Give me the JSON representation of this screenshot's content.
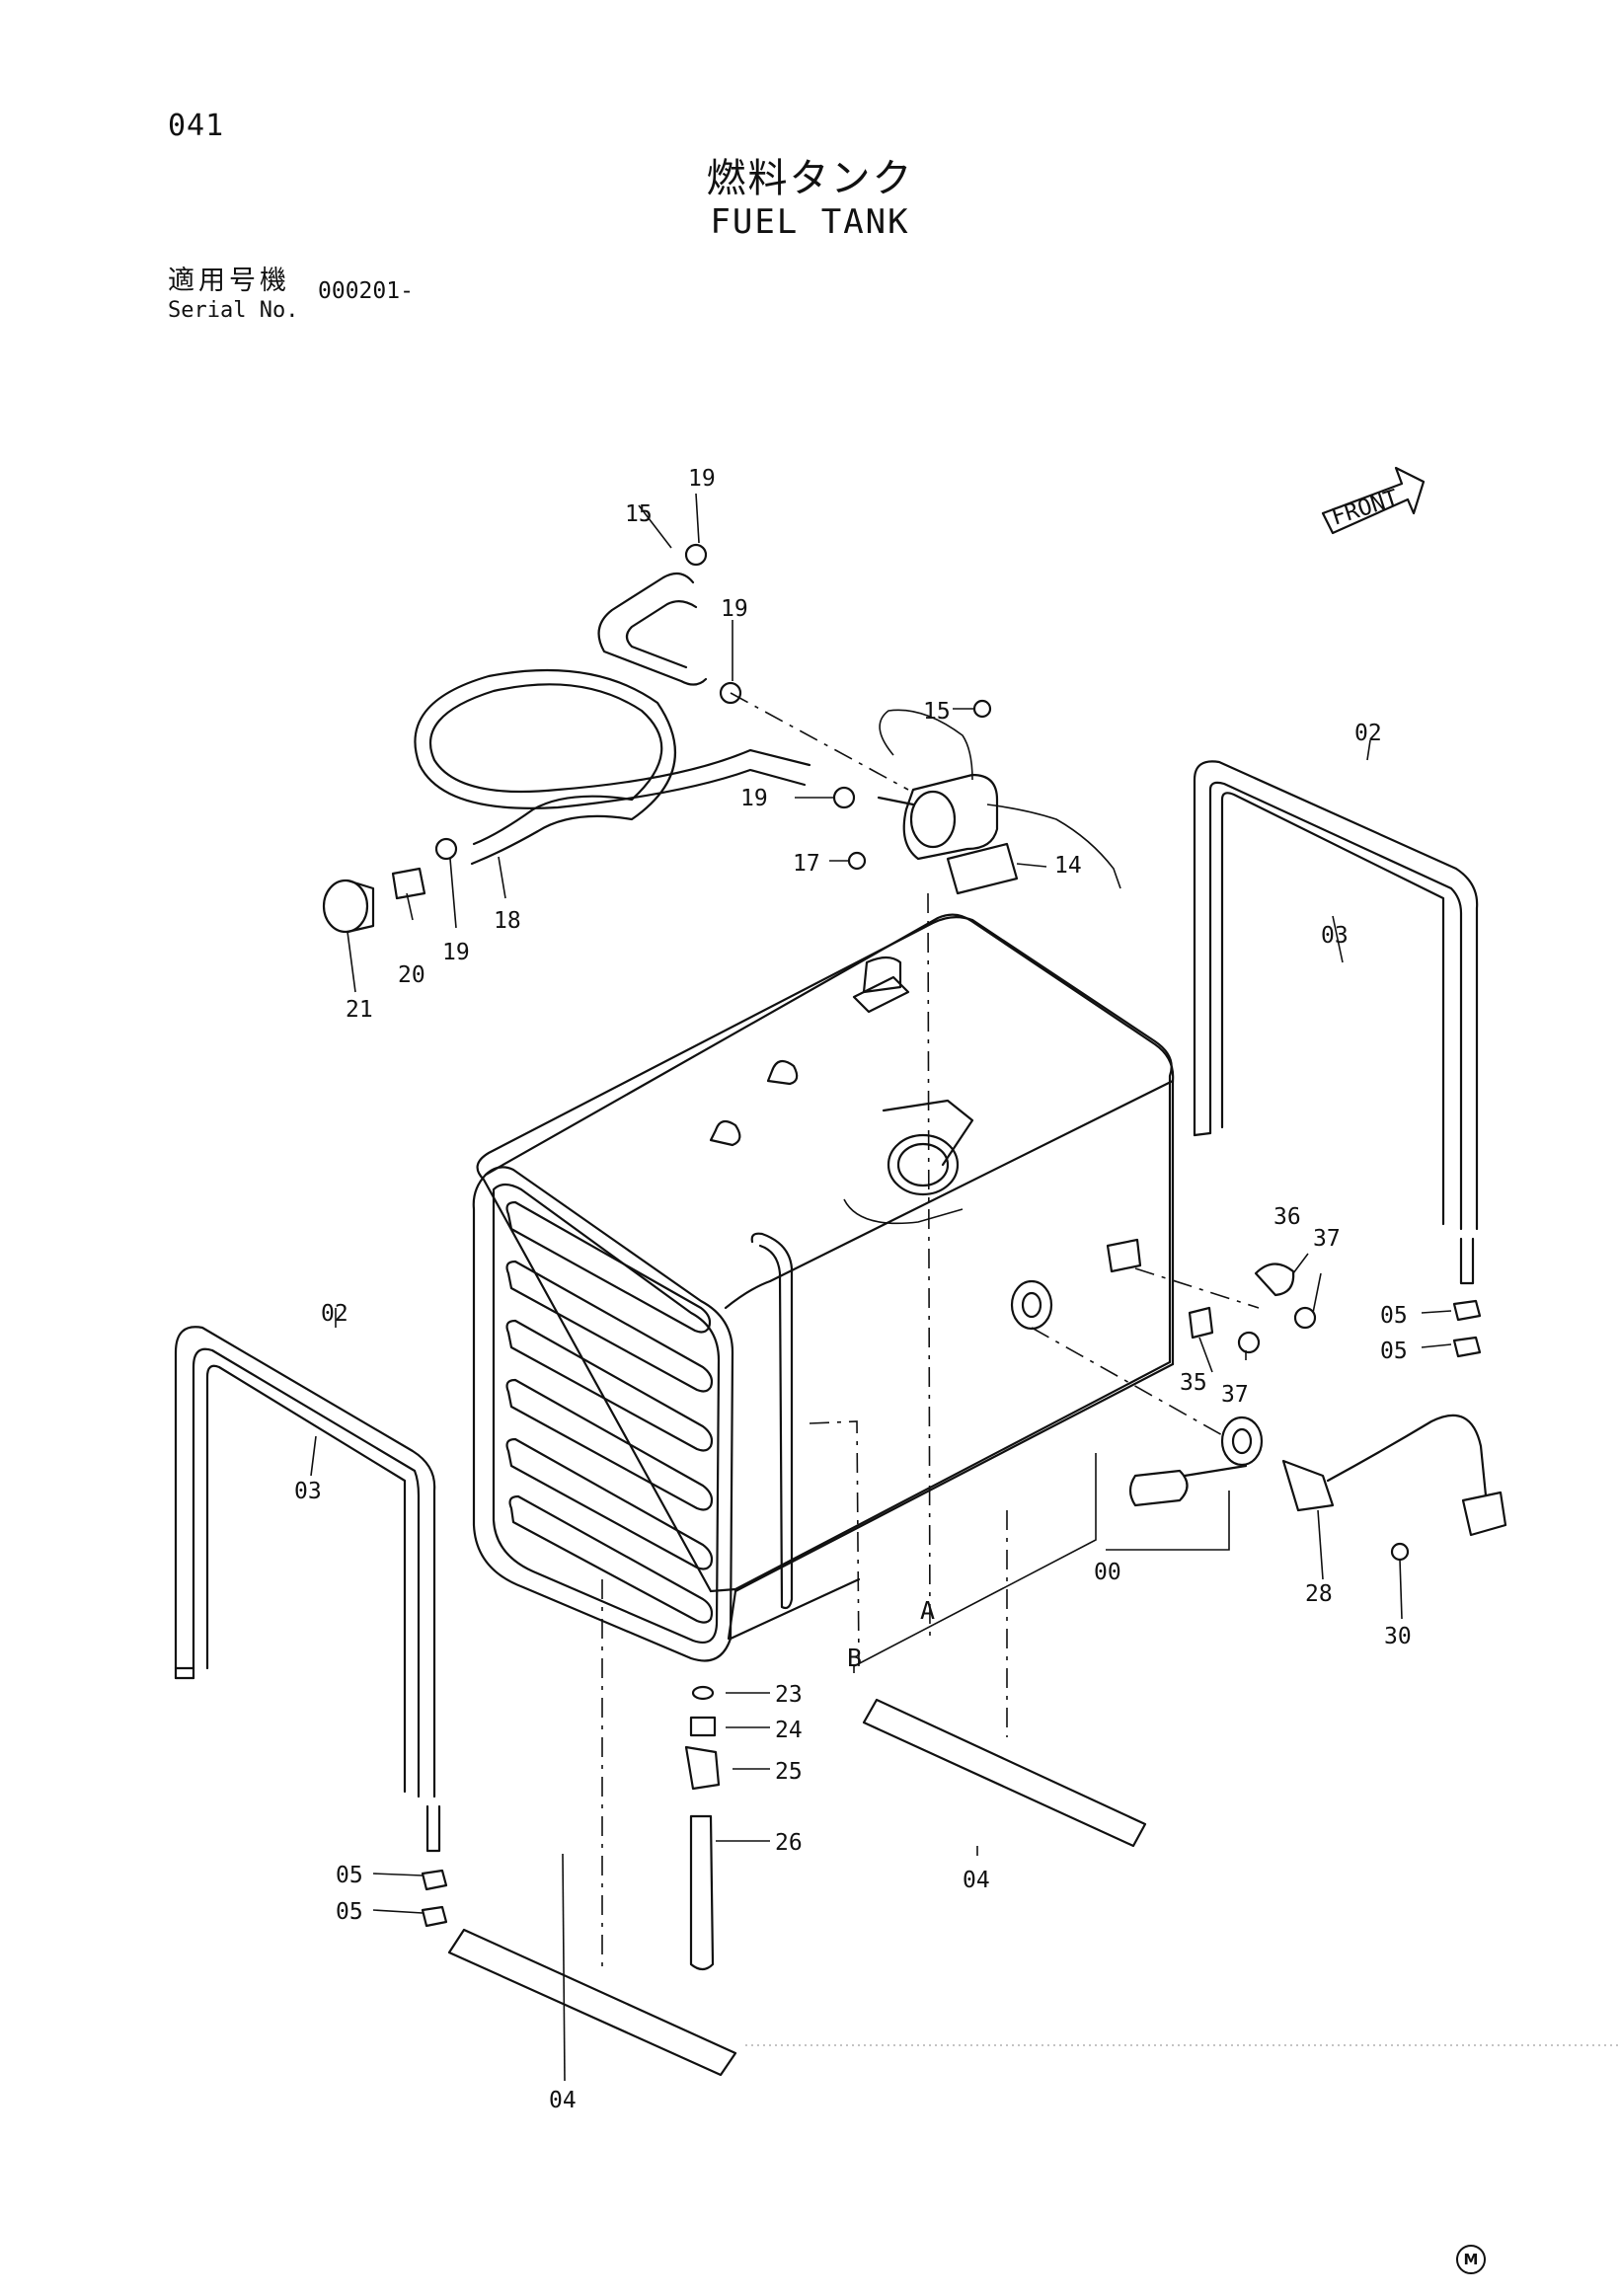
{
  "page_number": "041",
  "title_ja": "燃料タンク",
  "title_en": "FUEL TANK",
  "serial": {
    "label_ja": "適用号機",
    "label_en": "Serial No.",
    "value": "000201-"
  },
  "front_indicator": "FRONT",
  "brand_mark": "M",
  "callouts": [
    "00",
    "02",
    "02",
    "03",
    "03",
    "04",
    "04",
    "05",
    "05",
    "05",
    "05",
    "14",
    "15",
    "15",
    "17",
    "18",
    "19",
    "19",
    "19",
    "19",
    "20",
    "21",
    "23",
    "24",
    "25",
    "26",
    "28",
    "30",
    "35",
    "36",
    "37",
    "37"
  ],
  "section_markers": [
    "A",
    "B"
  ]
}
